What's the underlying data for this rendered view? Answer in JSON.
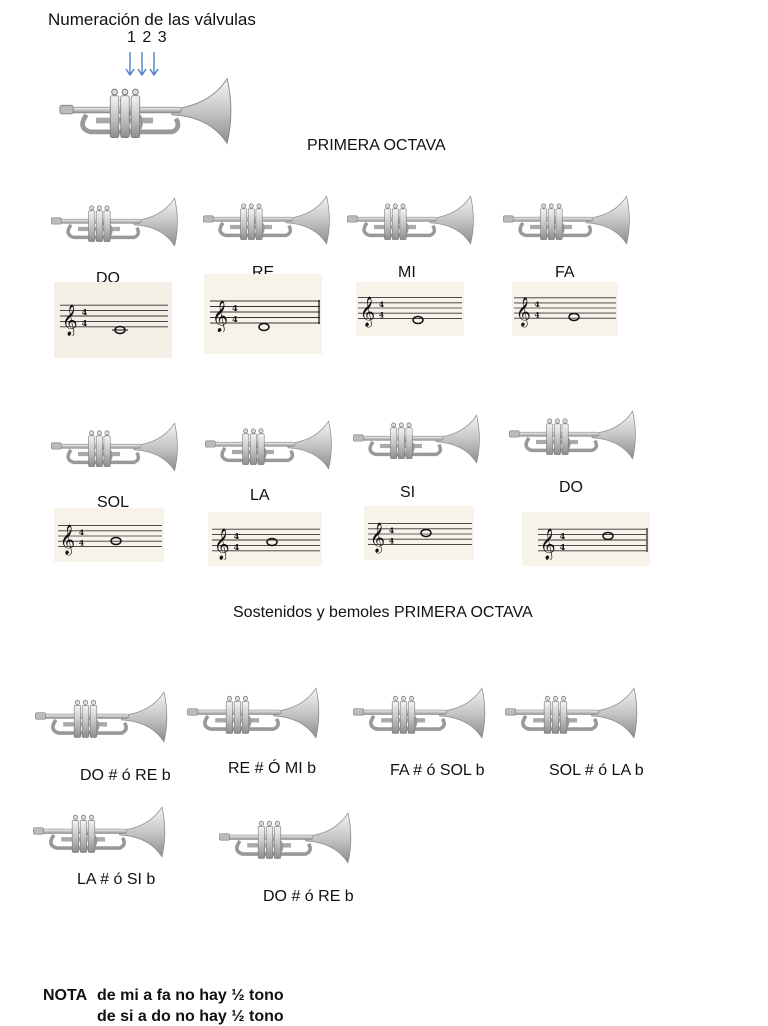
{
  "header": {
    "title": "Numeración de las válvulas",
    "valve_numbers": "1 2 3"
  },
  "section_first_octave": "PRIMERA  OCTAVA",
  "notes_row1": [
    "DO",
    "RE",
    "MI",
    "FA"
  ],
  "notes_row2": [
    "SOL",
    "LA",
    "SI",
    "DO"
  ],
  "section_sharps": "Sostenidos y bemoles PRIMERA  OCTAVA",
  "sharps_row1": [
    "DO # ó RE b",
    "RE # Ó MI b",
    "FA # ó SOL b",
    "SOL # ó LA b"
  ],
  "sharps_row2": [
    "LA # ó SI b",
    "DO # ó RE b"
  ],
  "time_signature": "4/4",
  "footer": {
    "label": "NOTA",
    "line1": "de mi a fa no hay ½ tono",
    "line2": "de si a do no hay ½ tono"
  },
  "colors": {
    "arrow": "#4a7fc1",
    "metal": "#c9c9c9"
  }
}
